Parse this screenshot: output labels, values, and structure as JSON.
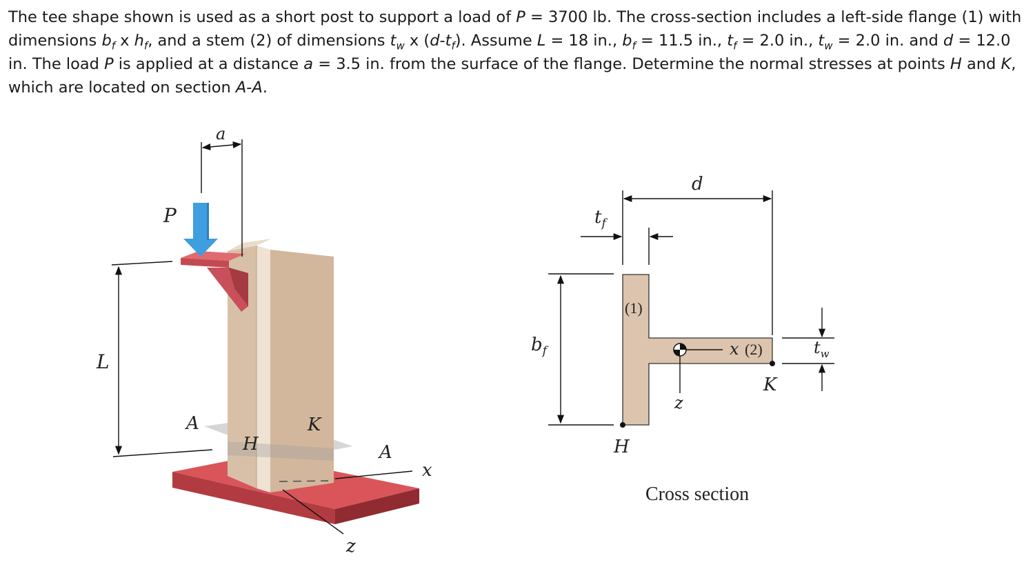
{
  "problem": {
    "s1": "The tee shape shown is used as a short post to support a load of ",
    "P": "P",
    "s2": " = 3700 lb. The cross-section includes a left-side flange (1) with dimensions ",
    "b": "b",
    "f": "f",
    "s3": " x ",
    "h": "h",
    "s4": ", and a stem (2) of dimensions ",
    "t": "t",
    "w": "w",
    "s5": " x (",
    "d": "d",
    "dash": "-",
    "s6": "). Assume ",
    "L": "L",
    "s7": " = 18 in., ",
    "s8": " = 11.5 in., ",
    "s9": " = 2.0 in., ",
    "s10": " = 2.0 in. and ",
    "s11": " = 12.0 in. The load ",
    "s12": " is applied at a distance ",
    "a": "a",
    "s13": " = 3.5 in. from the surface of the flange. Determine the normal stresses at points ",
    "H": "H",
    "s14": " and ",
    "K": "K",
    "s15": ", which are located on section ",
    "sectionA": "A",
    "s16": ".",
    "comma": ","
  },
  "figure_left": {
    "label_a": "a",
    "label_P": "P",
    "label_L": "L",
    "label_A_left": "A",
    "label_H": "H",
    "label_K": "K",
    "label_A_right": "A",
    "label_x": "x",
    "label_z": "z",
    "colors": {
      "post": "#d6bfa8",
      "bracket": "#d45c63",
      "base": "#d9555a",
      "arrow": "#3e9ee0",
      "section_plane": "#c8c8c8"
    }
  },
  "figure_right": {
    "label_d": "d",
    "label_tf": "t",
    "label_tf_sub": "f",
    "label_bf": "b",
    "label_bf_sub": "f",
    "label_1": "(1)",
    "label_x": "x",
    "label_2": "(2)",
    "label_tw": "t",
    "label_tw_sub": "w",
    "label_K": "K",
    "label_z": "z",
    "label_H": "H",
    "caption": "Cross section",
    "colors": {
      "section_fill": "#dcc4ae"
    }
  }
}
